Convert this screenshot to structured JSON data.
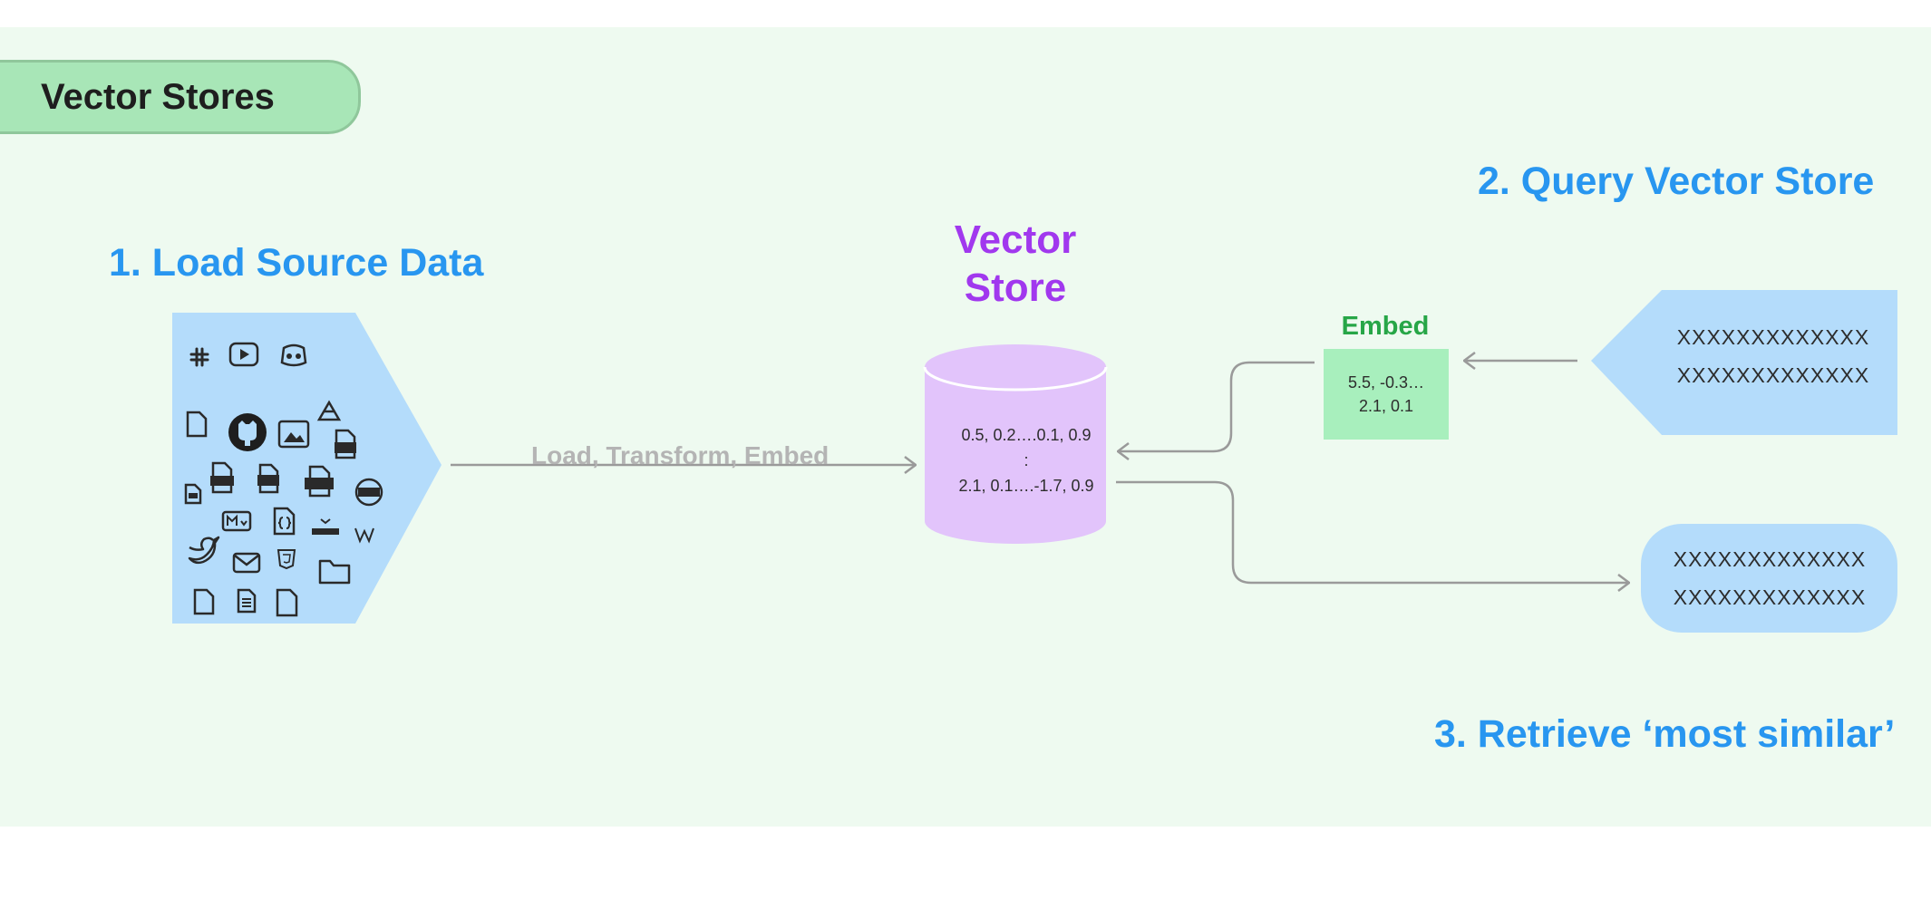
{
  "title": "Vector Stores",
  "steps": {
    "load": "1. Load Source Data",
    "query": "2. Query Vector Store",
    "retrieve": "3. Retrieve ‘most similar’"
  },
  "vector_store": {
    "title_line1": "Vector",
    "title_line2": "Store",
    "row1": "0.5, 0.2….0.1, 0.9",
    "row2": ":",
    "row3": "2.1, 0.1….-1.7, 0.9"
  },
  "pipeline_label": "Load, Transform, Embed",
  "embed": {
    "label": "Embed",
    "line1": "5.5, -0.3…",
    "line2": "2.1, 0.1"
  },
  "query_box": {
    "line1": "XXXXXXXXXXXXX",
    "line2": "XXXXXXXXXXXXX"
  },
  "result_box": {
    "line1": "XXXXXXXXXXXXX",
    "line2": "XXXXXXXXXXXXX"
  },
  "source_icons": [
    "slack-icon",
    "youtube-icon",
    "discord-icon",
    "google-drive-icon",
    "file-icon",
    "github-icon",
    "image-icon",
    "csv-file-icon",
    "file-small-icon",
    "database-file-icon",
    "stack-file-icon",
    "text-file-icon",
    "pdf-icon",
    "markdown-icon",
    "json-file-icon",
    "html-icon",
    "wikipedia-icon",
    "twitter-icon",
    "email-icon",
    "css-icon",
    "folder-icon",
    "file-icon",
    "document-icon",
    "file-icon"
  ],
  "colors": {
    "panel_bg": "#eefaf0",
    "title_pill_bg": "#a8e6b7",
    "step_blue": "#2896f0",
    "store_purple": "#a138ee",
    "cylinder_fill": "#e2c4fb",
    "source_blue": "#b4dcfb",
    "embed_green": "#27a647",
    "embed_box": "#a8efbd",
    "arrow_gray": "#9a9a9a"
  }
}
